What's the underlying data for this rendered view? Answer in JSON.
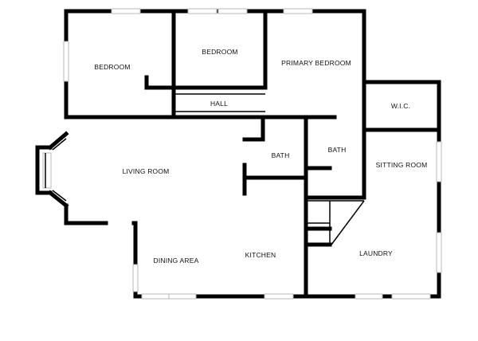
{
  "rooms": {
    "bedroom_1": "BEDROOM",
    "bedroom_2": "BEDROOM",
    "primary_bedroom": "PRIMARY BEDROOM",
    "wic": "W.I.C.",
    "hall": "HALL",
    "bath_1": "BATH",
    "bath_2": "BATH",
    "living_room": "LIVING ROOM",
    "sitting_room": "SITTING ROOM",
    "dining_area": "DINING AREA",
    "kitchen": "KITCHEN",
    "laundry": "LAUNDRY"
  }
}
